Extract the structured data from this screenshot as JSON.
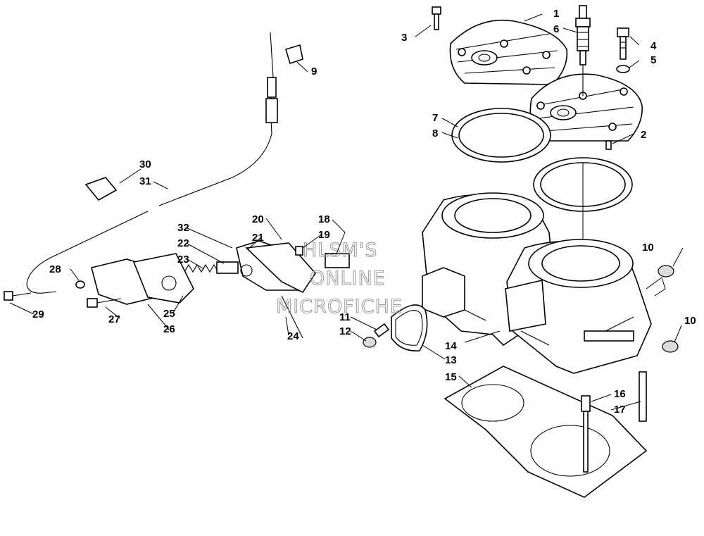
{
  "callouts": [
    "1",
    "2",
    "3",
    "4",
    "5",
    "6",
    "7",
    "8",
    "9",
    "10",
    "10",
    "11",
    "12",
    "13",
    "14",
    "15",
    "16",
    "17",
    "18",
    "19",
    "20",
    "21",
    "22",
    "23",
    "24",
    "25",
    "26",
    "27",
    "28",
    "29",
    "30",
    "31",
    "32"
  ],
  "watermark": [
    "HLSM'S",
    "ONLINE",
    "MICROFICHE"
  ]
}
